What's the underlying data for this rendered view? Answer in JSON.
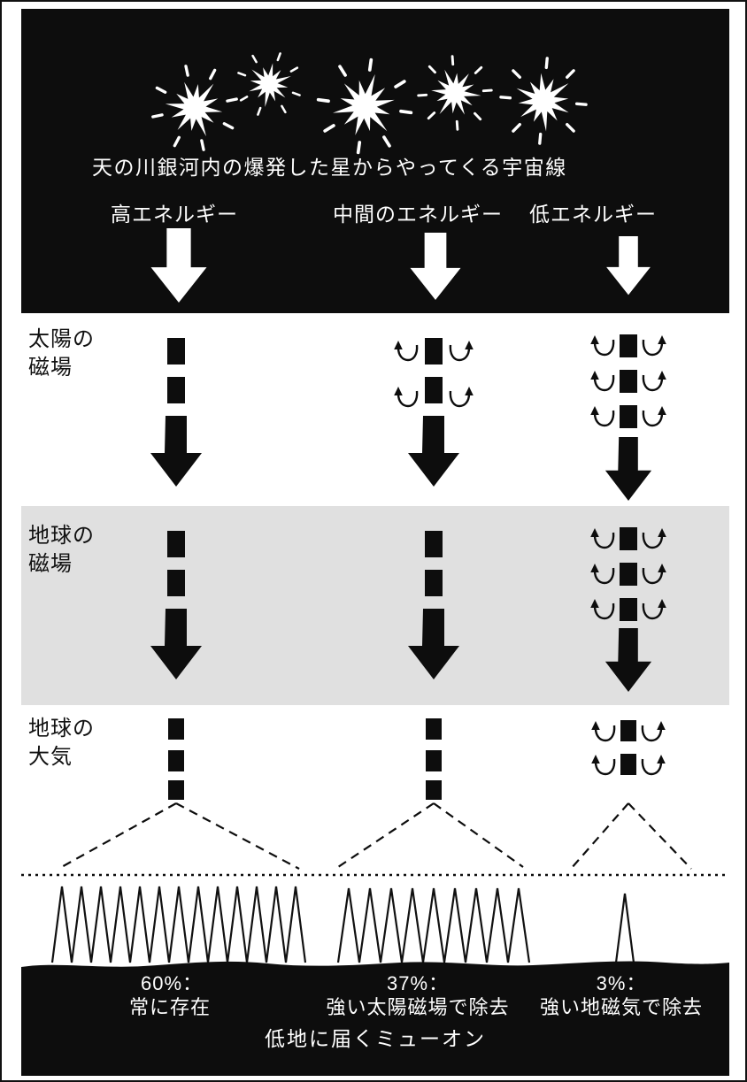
{
  "top_panel": {
    "caption": "天の川銀河内の爆発した星からやってくる宇宙線",
    "energy_labels": [
      {
        "label": "高エネルギー"
      },
      {
        "label": "中間のエネルギー"
      },
      {
        "label": "低エネルギー"
      }
    ]
  },
  "layers": [
    {
      "line1": "太陽の",
      "line2": "磁場"
    },
    {
      "line1": "地球の",
      "line2": "磁場"
    },
    {
      "line1": "地球の",
      "line2": "大気"
    }
  ],
  "bottom_panel": {
    "results": [
      {
        "percent": "60%：",
        "note": "常に存在"
      },
      {
        "percent": "37%：",
        "note": "強い太陽磁場で除去"
      },
      {
        "percent": "3%：",
        "note": "強い地磁気で除去"
      }
    ],
    "caption": "低地に届くミューオン"
  },
  "icons": {
    "starburst-icon": "supernova explosion burst",
    "down-arrow-icon": "thick downward arrow",
    "deflection-hook-icon": "curved deflection arrow",
    "dashed-ray": "dashed cosmic-ray track",
    "muon-zigzag": "zigzag shower of muons"
  },
  "colors": {
    "panel": "#0d0d0d",
    "band": "#e0e0e0",
    "ink": "#111111",
    "paper": "#ffffff"
  }
}
